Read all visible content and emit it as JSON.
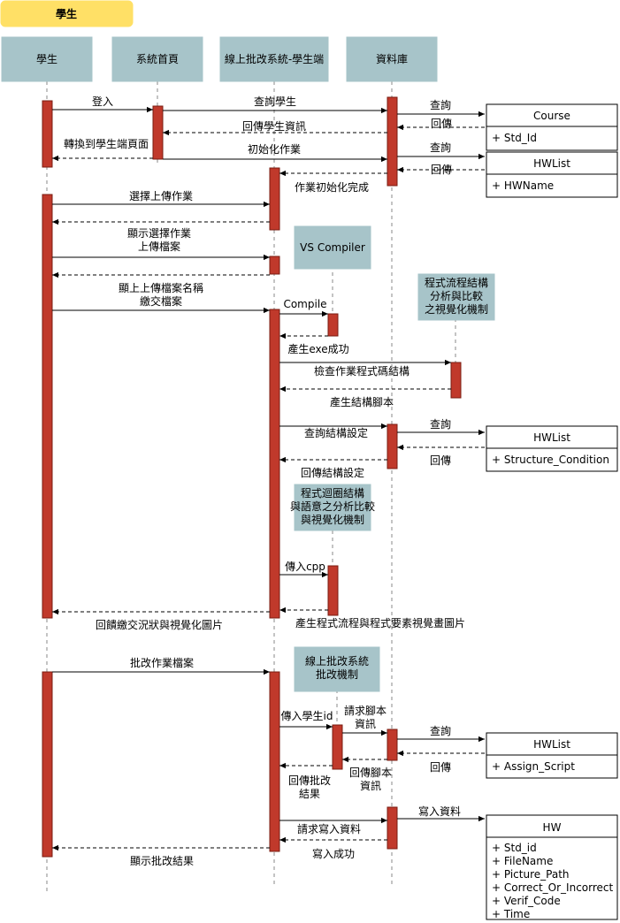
{
  "frame_title": "學生",
  "colors": {
    "frame_fill": "#ffe066",
    "participant_fill": "#a7c4c9",
    "activation_fill": "#c0392b",
    "activation_stroke": "#7a1c12",
    "line": "#000000",
    "lifeline": "#888888"
  },
  "participants": [
    {
      "id": "student",
      "label": "學生"
    },
    {
      "id": "home",
      "label": "系統首頁"
    },
    {
      "id": "system",
      "label": "線上批改系統-學生端"
    },
    {
      "id": "db",
      "label": "資料庫"
    }
  ],
  "helpers": [
    {
      "id": "compiler",
      "label": "VS Compiler"
    },
    {
      "id": "flow",
      "label": "程式流程結構\n分析與比較\n之視覺化機制"
    },
    {
      "id": "loop",
      "label": "程式迴圈結構\n與語意之分析比較\n與視覺化機制"
    },
    {
      "id": "grader",
      "label": "線上批改系統\n批改機制"
    }
  ],
  "classes": [
    {
      "id": "course",
      "title": "Course",
      "fields": [
        "+ Std_Id"
      ]
    },
    {
      "id": "hwlist1",
      "title": "HWList",
      "fields": [
        "+ HWName"
      ]
    },
    {
      "id": "hwlist2",
      "title": "HWList",
      "fields": [
        "+ Structure_Condition"
      ]
    },
    {
      "id": "hwlist3",
      "title": "HWList",
      "fields": [
        "+ Assign_Script"
      ]
    },
    {
      "id": "hw",
      "title": "HW",
      "fields": [
        "+ Std_id",
        "+ FileName",
        "+ Picture_Path",
        "+ Correct_Or_Incorrect",
        "+ Verif_Code",
        "+ Time"
      ]
    }
  ],
  "messages": [
    {
      "id": "m_login",
      "text": "登入"
    },
    {
      "id": "m_query_student",
      "text": "查詢學生"
    },
    {
      "id": "m_query1",
      "text": "查詢"
    },
    {
      "id": "m_return1",
      "text": "回傳"
    },
    {
      "id": "m_return_student",
      "text": "回傳學生資訊"
    },
    {
      "id": "m_switch",
      "text": "轉換到學生端頁面"
    },
    {
      "id": "m_init",
      "text": "初始化作業"
    },
    {
      "id": "m_query2",
      "text": "查詢"
    },
    {
      "id": "m_return2",
      "text": "回傳"
    },
    {
      "id": "m_init_done",
      "text": "作業初始化完成"
    },
    {
      "id": "m_select",
      "text": "選擇上傳作業"
    },
    {
      "id": "m_show_upload",
      "text": "顯示選擇作業\n上傳檔案"
    },
    {
      "id": "m_submit",
      "text": "顯上上傳檔案名稱\n繳交檔案"
    },
    {
      "id": "m_compile",
      "text": "Compile"
    },
    {
      "id": "m_exe",
      "text": "產生exe成功"
    },
    {
      "id": "m_check",
      "text": "檢查作業程式碼結構"
    },
    {
      "id": "m_script",
      "text": "產生結構腳本"
    },
    {
      "id": "m_query_struct",
      "text": "查詢結構設定"
    },
    {
      "id": "m_query3",
      "text": "查詢"
    },
    {
      "id": "m_return3",
      "text": "回傳"
    },
    {
      "id": "m_return_struct",
      "text": "回傳結構設定"
    },
    {
      "id": "m_pass_cpp",
      "text": "傳入cpp"
    },
    {
      "id": "m_gen_pic",
      "text": "產生程式流程與程式要素視覺畫圖片"
    },
    {
      "id": "m_read_status",
      "text": "回饋繳交況狀與視覺化圖片"
    },
    {
      "id": "m_grade",
      "text": "批改作業檔案"
    },
    {
      "id": "m_pass_id",
      "text": "傳入學生id"
    },
    {
      "id": "m_req_script",
      "text": "請求腳本\n資訊"
    },
    {
      "id": "m_query4",
      "text": "查詢"
    },
    {
      "id": "m_return4",
      "text": "回傳"
    },
    {
      "id": "m_return_script",
      "text": "回傳腳本\n資訊"
    },
    {
      "id": "m_return_result",
      "text": "回傳批改\n結果"
    },
    {
      "id": "m_write_data",
      "text": "寫入資料"
    },
    {
      "id": "m_req_write",
      "text": "請求寫入資料"
    },
    {
      "id": "m_write_ok",
      "text": "寫入成功"
    },
    {
      "id": "m_show_result",
      "text": "顯示批改結果"
    }
  ]
}
